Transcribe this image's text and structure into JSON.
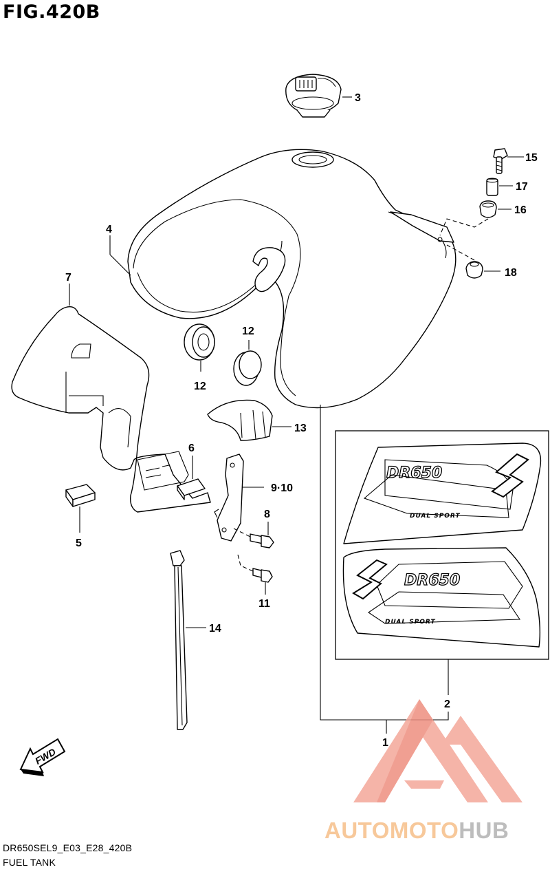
{
  "figure": {
    "title": "FIG.420B",
    "model_code": "DR650SEL9_E03_E28_420B",
    "name": "FUEL TANK"
  },
  "callouts": {
    "c1": "1",
    "c2": "2",
    "c3": "3",
    "c4": "4",
    "c5": "5",
    "c6": "6",
    "c7": "7",
    "c8": "8",
    "c9_10": "9·10",
    "c11": "11",
    "c12a": "12",
    "c12b": "12",
    "c13": "13",
    "c14": "14",
    "c15": "15",
    "c16": "16",
    "c17": "17",
    "c18": "18"
  },
  "direction_marker": {
    "label": "FWD",
    "icon": "fwd-arrow-icon"
  },
  "decals": {
    "model_lettering": "DR650",
    "sub_lettering": "DUAL SPORT",
    "brand_mark": "suzuki-s-logo-icon"
  },
  "watermark": {
    "part1": "AUTOMOTO",
    "part2": "HUB",
    "color_primary": "#f4a79a",
    "color_secondary": "#f7c89a",
    "color_tail": "#cfcfcf"
  }
}
